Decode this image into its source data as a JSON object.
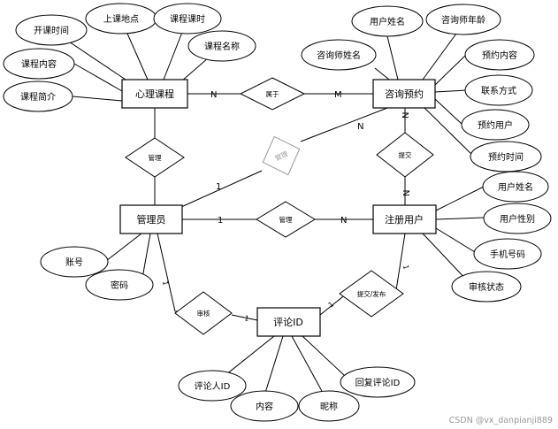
{
  "entities": {
    "course": "心理课程",
    "booking": "咨询预约",
    "admin": "管理员",
    "user": "注册用户",
    "comment": "评论ID"
  },
  "attributes": {
    "course": [
      "开课时间",
      "上课地点",
      "课程课时",
      "课程名称",
      "课程内容",
      "课程简介"
    ],
    "booking": [
      "用户姓名",
      "咨询师年龄",
      "咨询师姓名",
      "预约内容",
      "联系方式",
      "预约用户",
      "预约时间"
    ],
    "admin": [
      "账号",
      "密码"
    ],
    "user": [
      "用户姓名",
      "用户性别",
      "手机号码",
      "审核状态"
    ],
    "comment": [
      "评论人ID",
      "内容",
      "昵称",
      "回复评论ID"
    ]
  },
  "relationships": {
    "belongs": "属于",
    "manage_course": "管理",
    "manage_booking": "管理",
    "manage_user": "管理",
    "submit": "提交",
    "review": "审核",
    "submit_publish": "提交/发布"
  },
  "cardinalities": {
    "course_belongs": "N",
    "belongs_booking": "M",
    "admin_to_booking": "1",
    "booking_from_admin": "N",
    "admin_to_user": "1",
    "user_from_admin": "N",
    "booking_submit": "N",
    "user_submit": "N",
    "admin_review": "1",
    "comment_review": "1",
    "comment_submit": "1",
    "user_comment": "1"
  },
  "watermark": "CSDN @vx_danpianji889"
}
